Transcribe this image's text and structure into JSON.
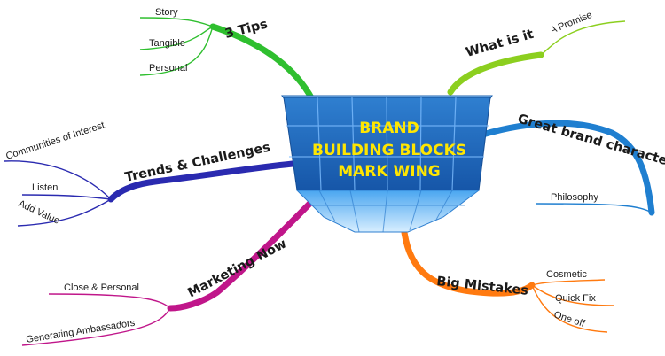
{
  "center": {
    "lines": [
      "BRAND",
      "BUILDING BLOCKS",
      "MARK WING"
    ],
    "text_color": "#ffe600",
    "cube_color": "#2f7fd0"
  },
  "branches": {
    "three_tips": {
      "label": "3 Tips",
      "color": "#2fbf2f",
      "subs": [
        "Story",
        "Tangible",
        "Personal"
      ]
    },
    "what_is_it": {
      "label": "What is it",
      "color": "#8ccf1f",
      "subs": [
        "A Promise"
      ]
    },
    "great_brand": {
      "label": "Great brand characteristi",
      "color": "#1f7fd0",
      "subs": [
        "Philosophy"
      ]
    },
    "big_mistakes": {
      "label": "Big Mistakes",
      "color": "#ff7a10",
      "subs": [
        "Cosmetic",
        "Quick Fix",
        "One off"
      ]
    },
    "marketing_now": {
      "label": "Marketing Now",
      "color": "#c0168a",
      "subs": [
        "Close & Personal",
        "Generating Ambassadors"
      ]
    },
    "trends": {
      "label": "Trends & Challenges",
      "color": "#2a2ab0",
      "subs": [
        "Communities of Interest",
        "Listen",
        "Add Value"
      ]
    }
  }
}
